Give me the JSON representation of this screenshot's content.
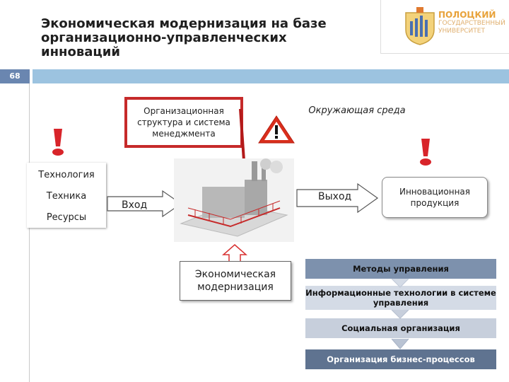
{
  "title": "Экономическая модернизация на базе организационно-управленческих инноваций",
  "page_number": "68",
  "logo": {
    "line1": "ПОЛОЦКИЙ",
    "line2": "ГОСУДАРСТВЕННЫЙ",
    "line3": "УНИВЕРСИТЕТ"
  },
  "org_structure": "Организационная структура и система менеджмента",
  "environment": "Окружающая среда",
  "left_items": [
    "Технология",
    "Техника",
    "Ресурсы"
  ],
  "input_label": "Вход",
  "output_label": "Выход",
  "innovation_product": "Инновационная продукция",
  "economic_modernization": "Экономическая модернизация",
  "levels": [
    "Методы управления",
    "Информационные технологии в системе управления",
    "Социальная организация",
    "Организация бизнес-процессов"
  ],
  "colors": {
    "accent_red": "#c62a2a",
    "header_blue": "#9cc3e0",
    "level_dark": "#5f7390"
  }
}
